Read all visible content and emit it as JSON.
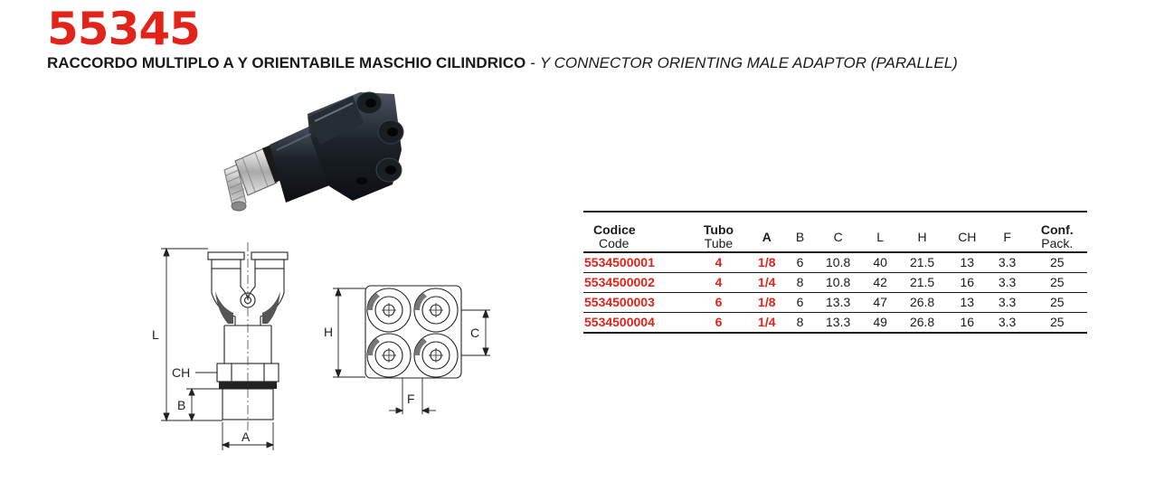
{
  "header": {
    "code": "55345",
    "desc_it": "RACCORDO MULTIPLO A Y ORIENTABILE MASCHIO CILINDRICO",
    "separator": "-",
    "desc_en": "Y CONNECTOR ORIENTING MALE ADAPTOR (PARALLEL)"
  },
  "drawing": {
    "label_L": "L",
    "label_CH": "CH",
    "label_B": "B",
    "label_A": "A",
    "label_H": "H",
    "label_C": "C",
    "label_F": "F"
  },
  "table": {
    "headers": {
      "codice": "Codice",
      "code": "Code",
      "tubo": "Tubo",
      "tube": "Tube",
      "a": "A",
      "b": "B",
      "c": "C",
      "l": "L",
      "h": "H",
      "ch": "CH",
      "f": "F",
      "conf": "Conf.",
      "pack": "Pack."
    },
    "rows": [
      {
        "code": "5534500001",
        "tube": "4",
        "a": "1/8",
        "b": "6",
        "c": "10.8",
        "l": "40",
        "h": "21.5",
        "ch": "13",
        "f": "3.3",
        "pack": "25"
      },
      {
        "code": "5534500002",
        "tube": "4",
        "a": "1/4",
        "b": "8",
        "c": "10.8",
        "l": "42",
        "h": "21.5",
        "ch": "16",
        "f": "3.3",
        "pack": "25"
      },
      {
        "code": "5534500003",
        "tube": "6",
        "a": "1/8",
        "b": "6",
        "c": "13.3",
        "l": "47",
        "h": "26.8",
        "ch": "13",
        "f": "3.3",
        "pack": "25"
      },
      {
        "code": "5534500004",
        "tube": "6",
        "a": "1/4",
        "b": "8",
        "c": "13.3",
        "l": "49",
        "h": "26.8",
        "ch": "16",
        "f": "3.3",
        "pack": "25"
      }
    ]
  },
  "colors": {
    "accent_red": "#e2231a",
    "text": "#1a1a1a",
    "fitting_body": "#1d2329",
    "metal": "#c8c8c8"
  }
}
